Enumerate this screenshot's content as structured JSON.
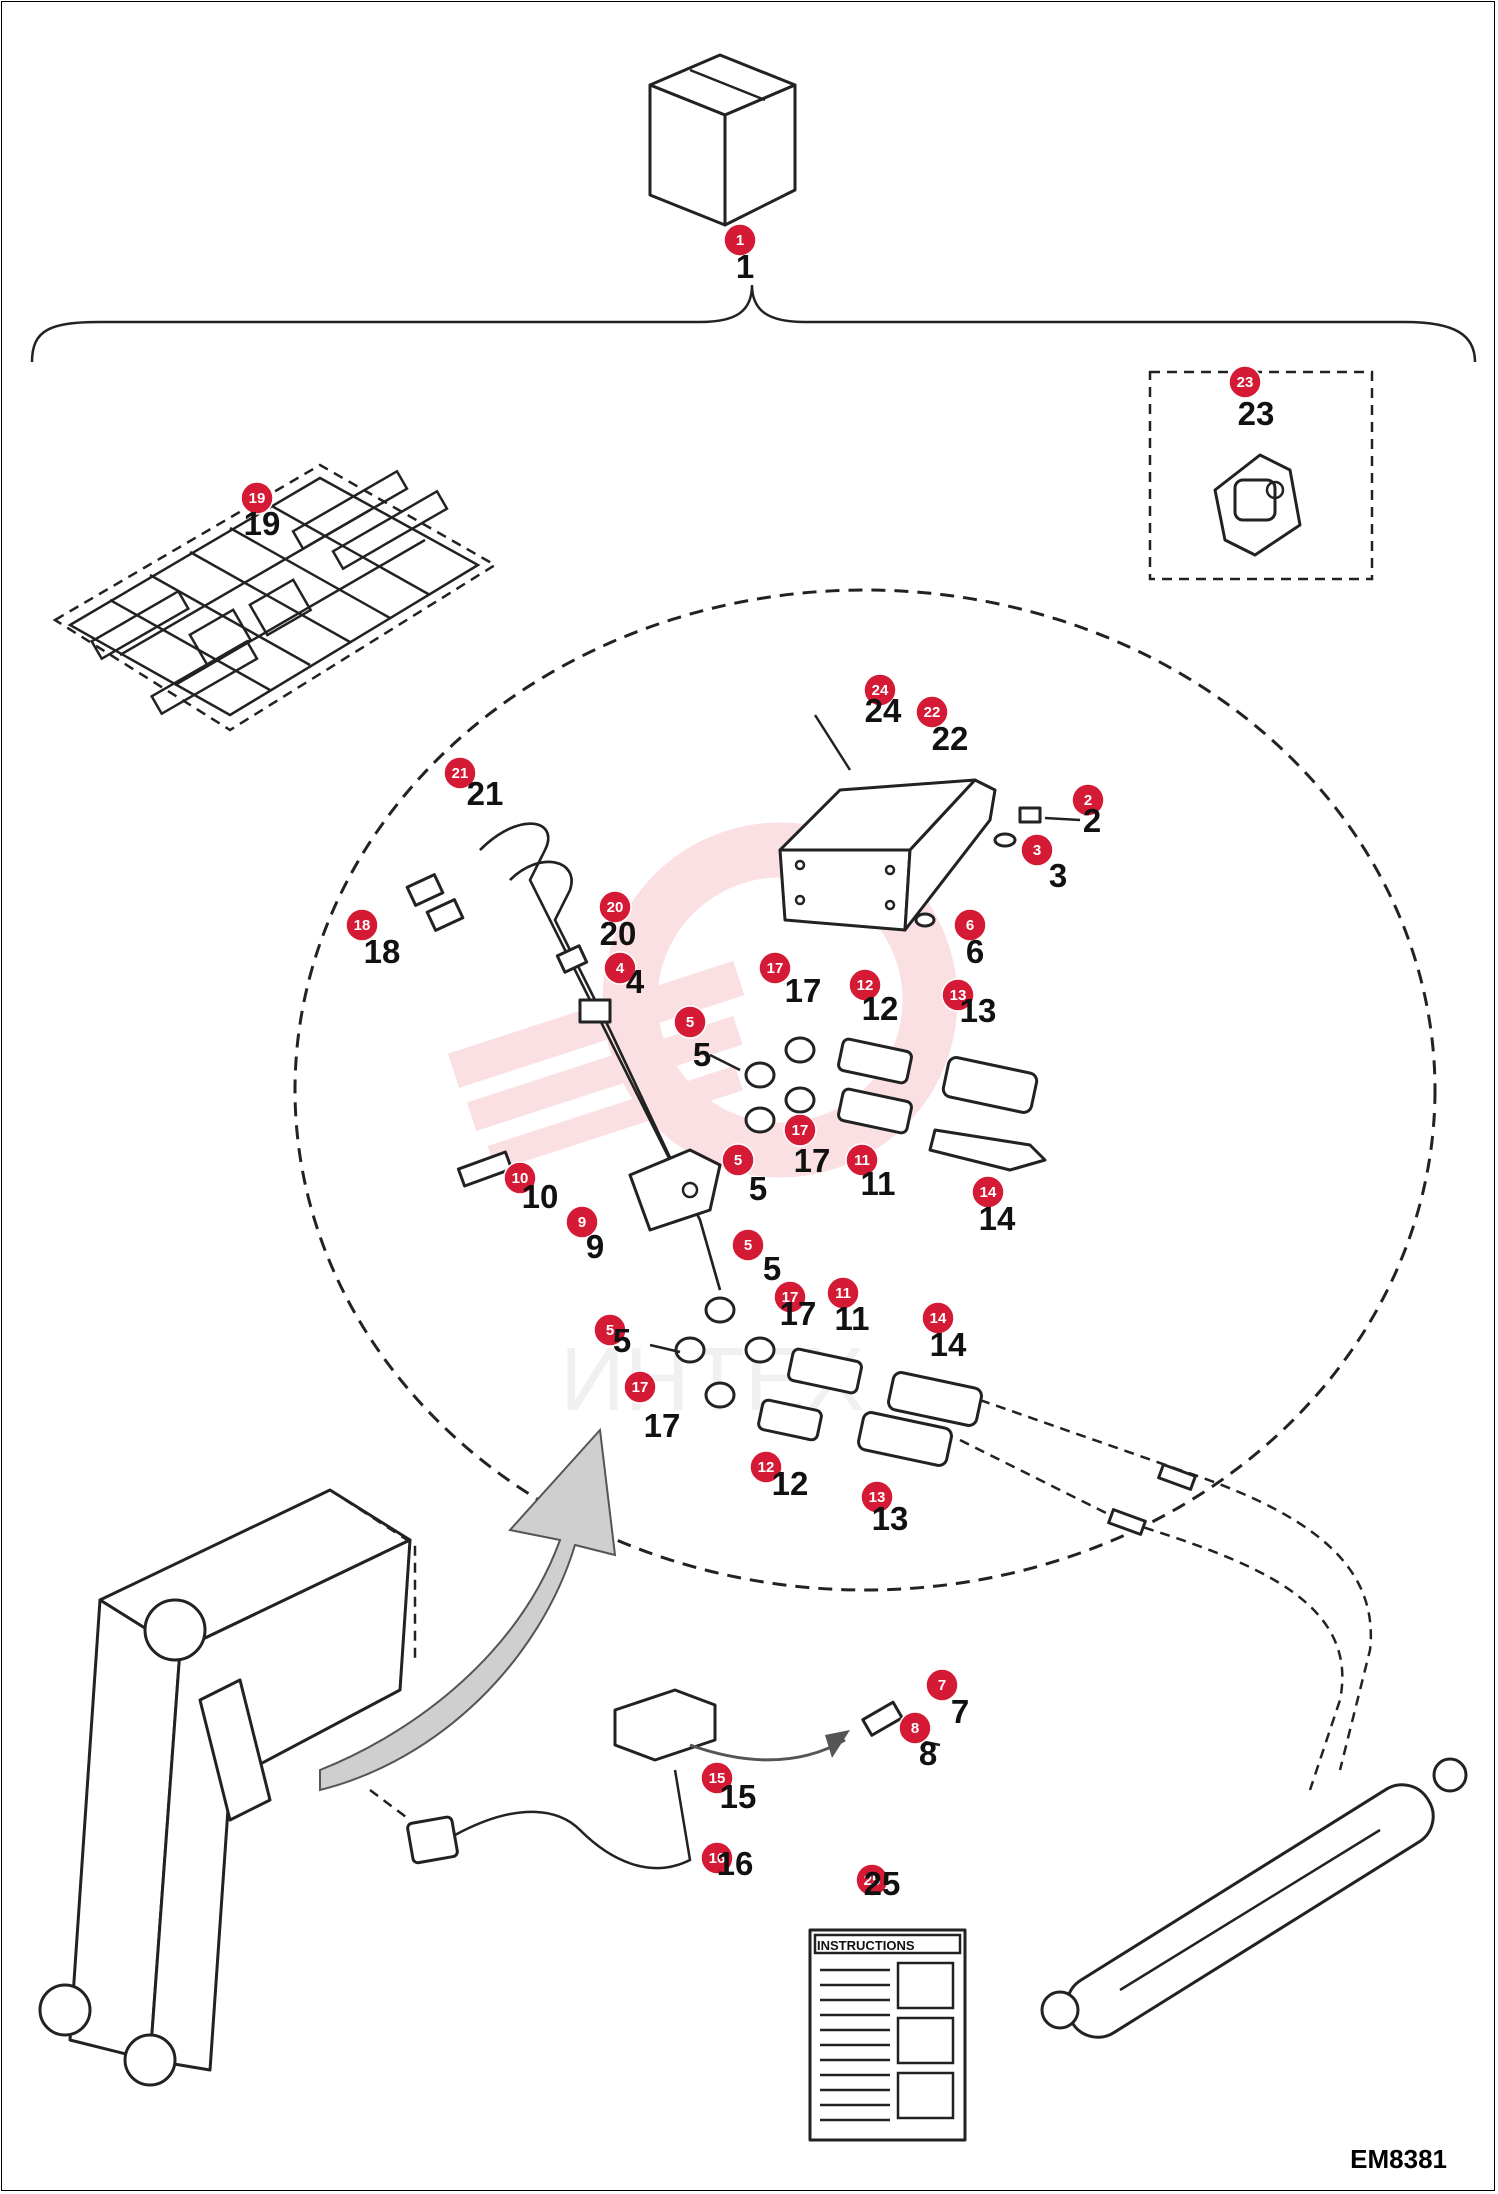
{
  "diagram_code": "EM8381",
  "instructions_label": "INSTRUCTIONS",
  "watermark": "ИНТЕХ",
  "callouts": [
    {
      "id": "c1",
      "num": "1",
      "label": "1"
    },
    {
      "id": "c2",
      "num": "2",
      "label": "2"
    },
    {
      "id": "c3",
      "num": "3",
      "label": "3"
    },
    {
      "id": "c4",
      "num": "4",
      "label": "4"
    },
    {
      "id": "c5a",
      "num": "5",
      "label": "5"
    },
    {
      "id": "c5b",
      "num": "5",
      "label": "5"
    },
    {
      "id": "c5c",
      "num": "5",
      "label": "5"
    },
    {
      "id": "c5d",
      "num": "5",
      "label": "5"
    },
    {
      "id": "c6",
      "num": "6",
      "label": "6"
    },
    {
      "id": "c7",
      "num": "7",
      "label": "7"
    },
    {
      "id": "c8",
      "num": "8",
      "label": "8"
    },
    {
      "id": "c9",
      "num": "9",
      "label": "9"
    },
    {
      "id": "c10",
      "num": "10",
      "label": "10"
    },
    {
      "id": "c11a",
      "num": "11",
      "label": "11"
    },
    {
      "id": "c11b",
      "num": "11",
      "label": "11"
    },
    {
      "id": "c12a",
      "num": "12",
      "label": "12"
    },
    {
      "id": "c12b",
      "num": "12",
      "label": "12"
    },
    {
      "id": "c13a",
      "num": "13",
      "label": "13"
    },
    {
      "id": "c13b",
      "num": "13",
      "label": "13"
    },
    {
      "id": "c14a",
      "num": "14",
      "label": "14"
    },
    {
      "id": "c14b",
      "num": "14",
      "label": "14"
    },
    {
      "id": "c15",
      "num": "15",
      "label": "15"
    },
    {
      "id": "c16",
      "num": "16",
      "label": "16"
    },
    {
      "id": "c17a",
      "num": "17",
      "label": "17"
    },
    {
      "id": "c17b",
      "num": "17",
      "label": "17"
    },
    {
      "id": "c17c",
      "num": "17",
      "label": "17"
    },
    {
      "id": "c17d",
      "num": "17",
      "label": "17"
    },
    {
      "id": "c18",
      "num": "18",
      "label": "18"
    },
    {
      "id": "c19",
      "num": "19",
      "label": "19"
    },
    {
      "id": "c20",
      "num": "20",
      "label": "20"
    },
    {
      "id": "c21",
      "num": "21",
      "label": "21"
    },
    {
      "id": "c22",
      "num": "22",
      "label": "22"
    },
    {
      "id": "c23",
      "num": "23",
      "label": "23"
    },
    {
      "id": "c24",
      "num": "24",
      "label": "24"
    },
    {
      "id": "c25",
      "num": "25",
      "label": "25"
    }
  ]
}
